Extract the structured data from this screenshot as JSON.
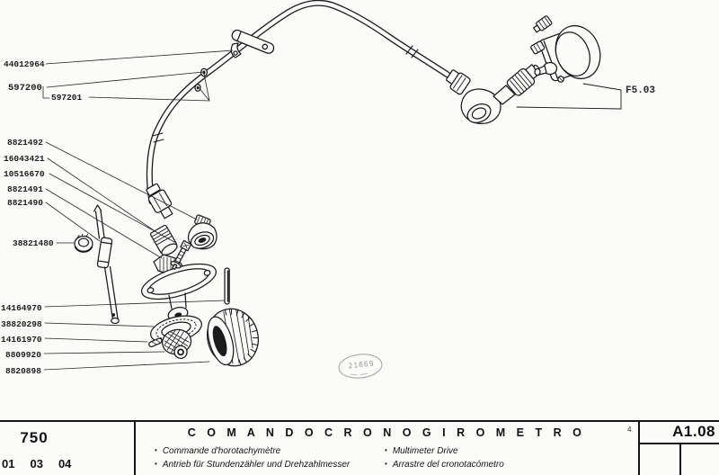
{
  "colors": {
    "paper": "#fbfbfa",
    "ink": "#1b1b1b",
    "stamp_gray": "#9b9b9b"
  },
  "diagram": {
    "part_labels": [
      {
        "number": "44012964"
      },
      {
        "number": "597200"
      },
      {
        "number": "597201"
      },
      {
        "number": "8821492"
      },
      {
        "number": "16043421"
      },
      {
        "number": "10516670"
      },
      {
        "number": "8821491"
      },
      {
        "number": "8821490"
      },
      {
        "number": "38821480"
      },
      {
        "number": "14164970"
      },
      {
        "number": "38820298"
      },
      {
        "number": "14161970"
      },
      {
        "number": "8809920"
      },
      {
        "number": "8820898"
      }
    ],
    "reference_label": "F5.03",
    "stamp_text": "21669"
  },
  "title_block": {
    "model": "750",
    "codes": [
      "01",
      "03",
      "04"
    ],
    "bullet": "•",
    "title": "C O M A N D O   C R O N O G I R O M E T R O",
    "subtitles": [
      "Commande d'horotachymètre",
      "Antrieb für Stundenzähler und Drehzahlmesser",
      "Multimeter Drive",
      "Arrastre del cronotacómetro"
    ],
    "sheet_number": "4",
    "table_code": "A1.08"
  }
}
